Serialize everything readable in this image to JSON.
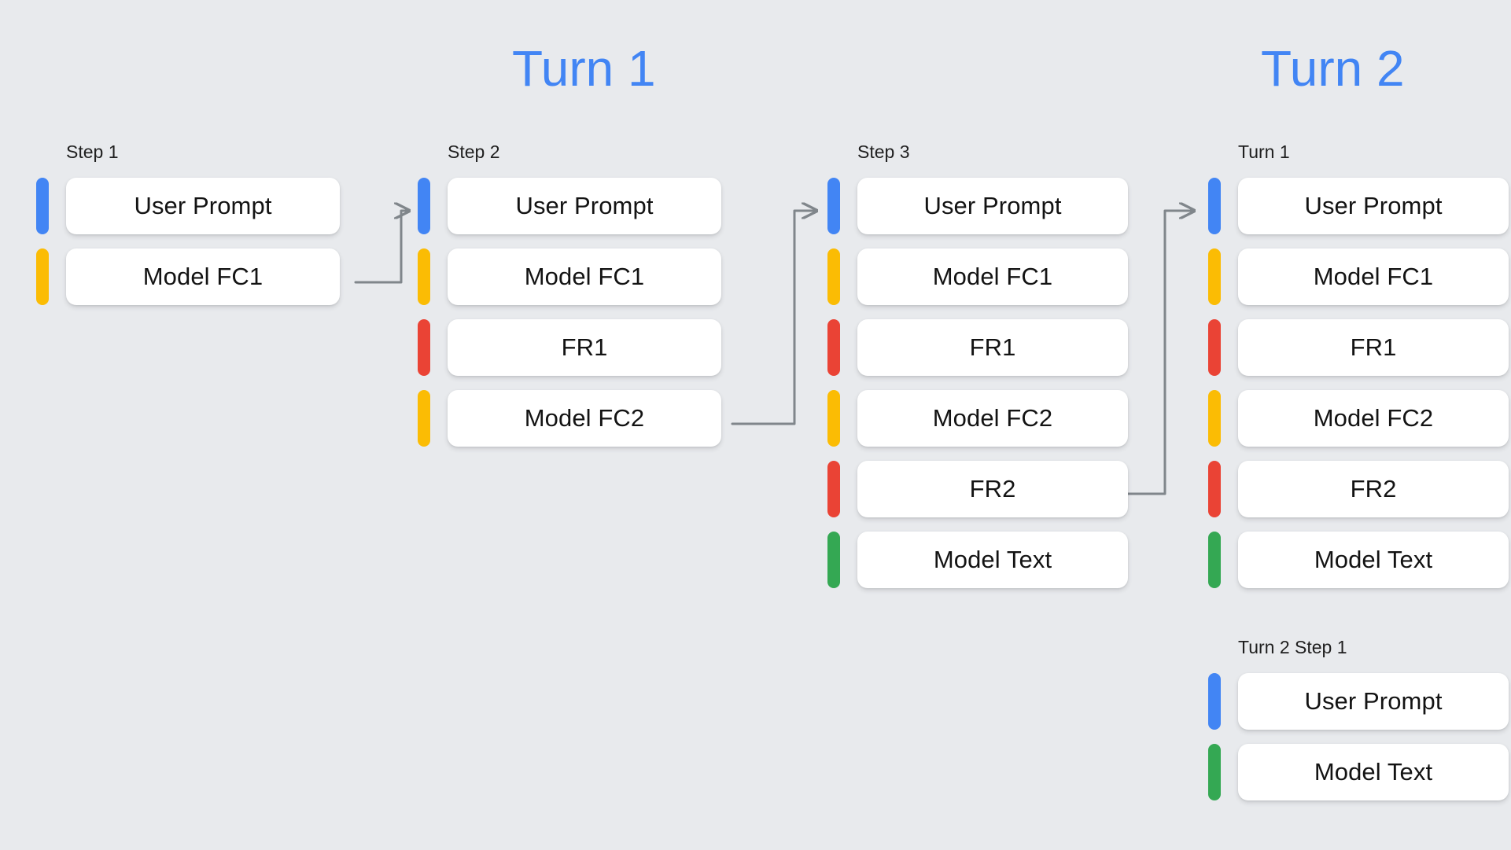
{
  "background_color": "#e8eaed",
  "palette": {
    "blue": "#4285f4",
    "yellow": "#fbbc04",
    "red": "#ea4335",
    "green": "#34a853",
    "card": "#ffffff",
    "text": "#131313",
    "connector": "#80868b"
  },
  "banners": [
    {
      "label": "Turn 1"
    },
    {
      "label": "Turn 2"
    }
  ],
  "columns": [
    {
      "id": "step1",
      "label": "Step 1",
      "rows": [
        {
          "bar": "blue",
          "label": "User Prompt"
        },
        {
          "bar": "yellow",
          "label": "Model FC1"
        }
      ]
    },
    {
      "id": "step2",
      "label": "Step 2",
      "rows": [
        {
          "bar": "blue",
          "label": "User Prompt"
        },
        {
          "bar": "yellow",
          "label": "Model FC1"
        },
        {
          "bar": "red",
          "label": "FR1"
        },
        {
          "bar": "yellow",
          "label": "Model FC2"
        }
      ]
    },
    {
      "id": "step3",
      "label": "Step 3",
      "rows": [
        {
          "bar": "blue",
          "label": "User Prompt"
        },
        {
          "bar": "yellow",
          "label": "Model FC1"
        },
        {
          "bar": "red",
          "label": "FR1"
        },
        {
          "bar": "yellow",
          "label": "Model FC2"
        },
        {
          "bar": "red",
          "label": "FR2"
        },
        {
          "bar": "green",
          "label": "Model Text"
        }
      ]
    },
    {
      "id": "turn1",
      "label": "Turn 1",
      "rows": [
        {
          "bar": "blue",
          "label": "User Prompt"
        },
        {
          "bar": "yellow",
          "label": "Model FC1"
        },
        {
          "bar": "red",
          "label": "FR1"
        },
        {
          "bar": "yellow",
          "label": "Model FC2"
        },
        {
          "bar": "red",
          "label": "FR2"
        },
        {
          "bar": "green",
          "label": "Model Text"
        }
      ]
    },
    {
      "id": "turn2step1",
      "label": "Turn 2 Step 1",
      "rows": [
        {
          "bar": "blue",
          "label": "User Prompt"
        },
        {
          "bar": "green",
          "label": "Model Text"
        }
      ]
    }
  ],
  "connectors": [
    {
      "from": "step1.Model FC1",
      "to": "step2.User Prompt"
    },
    {
      "from": "step2.Model FC2",
      "to": "step3.User Prompt"
    },
    {
      "from": "step3.FR2",
      "to": "turn1.User Prompt"
    }
  ]
}
